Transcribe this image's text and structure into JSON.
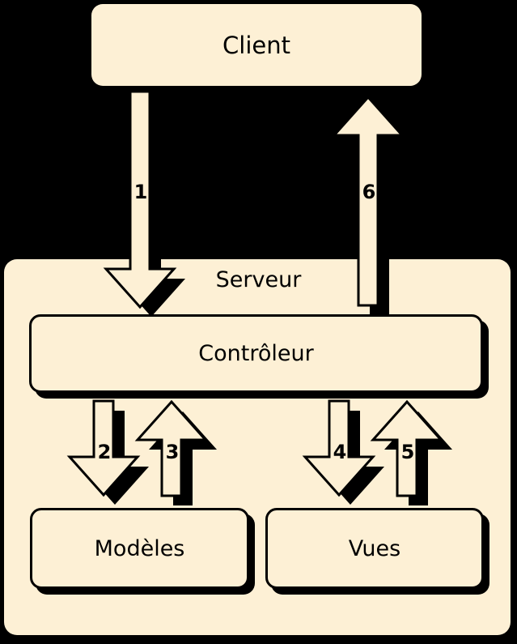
{
  "diagram": {
    "title_nodes": {
      "client": "Client",
      "serveur": "Serveur",
      "controleur": "Contrôleur",
      "modeles": "Modèles",
      "vues": "Vues"
    },
    "arrows": [
      {
        "id": "1",
        "label": "1",
        "direction": "down",
        "from": "Client",
        "to": "Contrôleur"
      },
      {
        "id": "2",
        "label": "2",
        "direction": "down",
        "from": "Contrôleur",
        "to": "Modèles"
      },
      {
        "id": "3",
        "label": "3",
        "direction": "up",
        "from": "Modèles",
        "to": "Contrôleur"
      },
      {
        "id": "4",
        "label": "4",
        "direction": "down",
        "from": "Contrôleur",
        "to": "Vues"
      },
      {
        "id": "5",
        "label": "5",
        "direction": "up",
        "from": "Vues",
        "to": "Contrôleur"
      },
      {
        "id": "6",
        "label": "6",
        "direction": "up",
        "from": "Contrôleur",
        "to": "Client"
      }
    ],
    "colors": {
      "background": "#000000",
      "node_fill": "#FDF0D5",
      "stroke": "#000000",
      "text": "#000000"
    }
  }
}
